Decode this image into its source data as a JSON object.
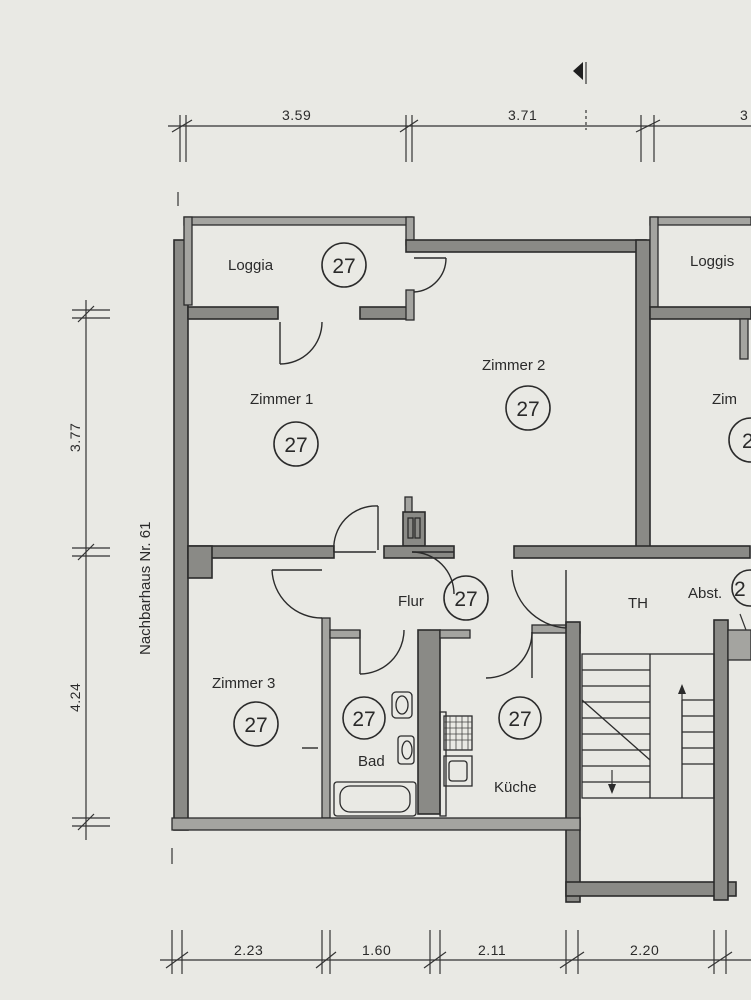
{
  "dimensions": {
    "top": [
      "3.59",
      "3.71",
      "3"
    ],
    "left": [
      "3.77",
      "4.24"
    ],
    "bottom": [
      "2.23",
      "1.60",
      "2.11",
      "2.20"
    ]
  },
  "side_label": "Nachbarhaus Nr. 61",
  "rooms": {
    "loggia": "Loggia",
    "loggia_next": "Loggis",
    "zimmer1": "Zimmer 1",
    "zimmer2": "Zimmer 2",
    "zimmer_next": "Zim",
    "zimmer3": "Zimmer 3",
    "flur": "Flur",
    "bad": "Bad",
    "kueche": "Küche",
    "th": "TH",
    "abst": "Abst."
  },
  "room_number": "27",
  "room_number_partial": "2"
}
